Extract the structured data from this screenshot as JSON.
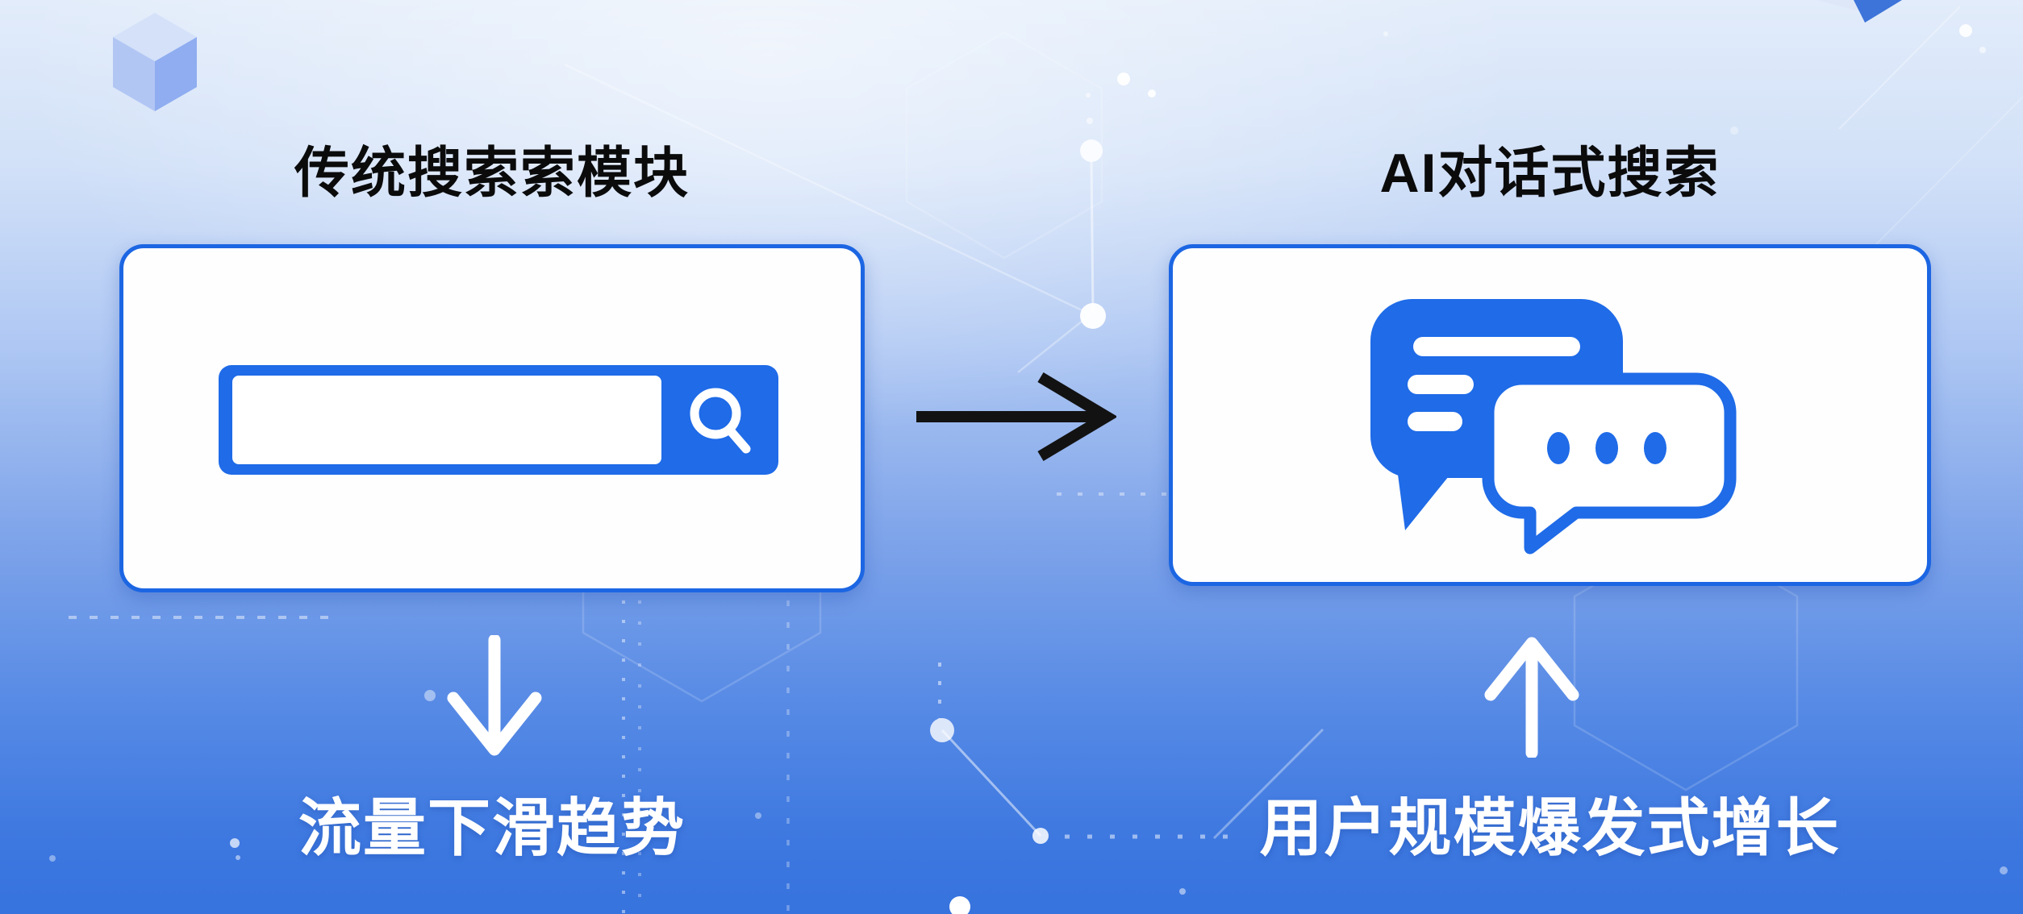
{
  "colors": {
    "accent_blue": "#1f6be8",
    "card_border_blue": "#1c66e3",
    "arrow_black": "#121212",
    "title_text": "#0b0b0c",
    "caption_text": "#ffffff"
  },
  "left_section": {
    "title": "传统搜索索模块",
    "caption": "流量下滑趋势",
    "arrow_direction": "down",
    "search_input_value": ""
  },
  "right_section": {
    "title": "AI对话式搜索",
    "caption": "用户规模爆发式增长",
    "arrow_direction": "up"
  },
  "connector": {
    "type": "arrow-right"
  }
}
